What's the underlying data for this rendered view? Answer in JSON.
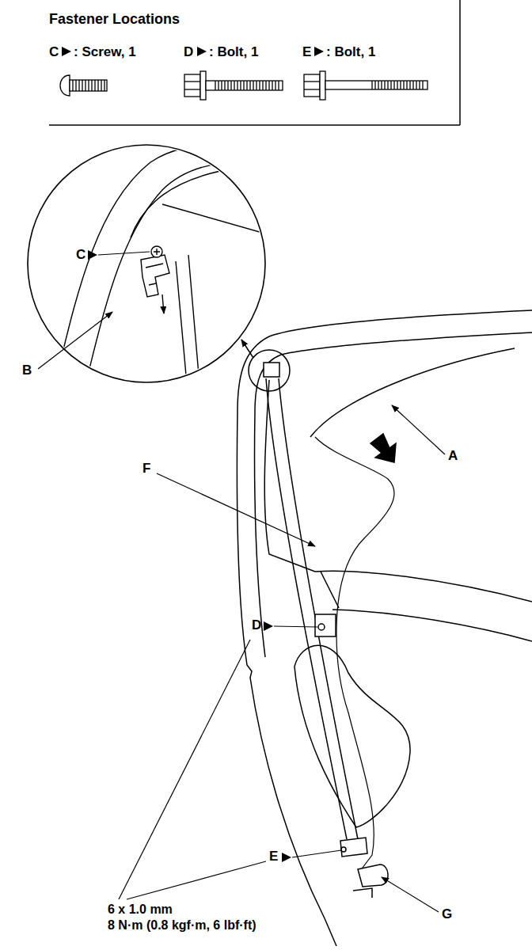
{
  "diagram": {
    "labels": [
      "Fastener Locations",
      "C",
      ": Screw, 1",
      "D",
      ": Bolt, 1",
      "E",
      ": Bolt, 1",
      "C",
      "B",
      "A",
      "F",
      "D",
      "E",
      "6 x 1.0 mm",
      "8 N·m (0.8 kgf·m, 6 lbf·ft)",
      "G"
    ]
  }
}
